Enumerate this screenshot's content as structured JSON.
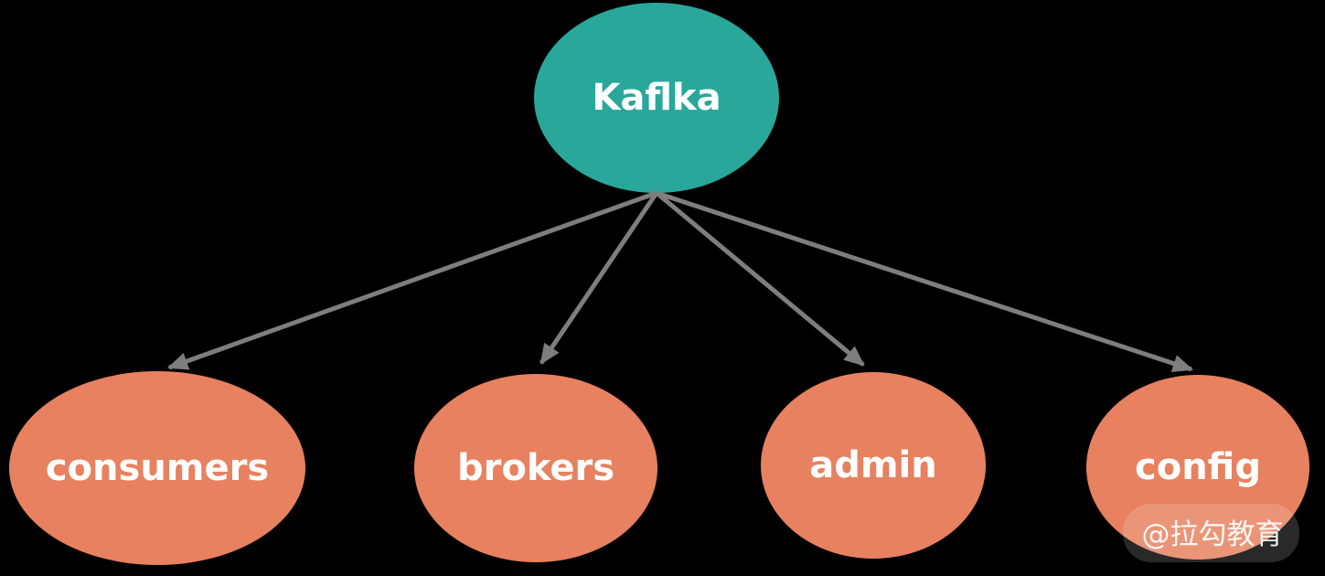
{
  "diagram": {
    "type": "tree",
    "background_color": "#000000",
    "root_color": "#2aa79b",
    "child_color": "#e8815f",
    "label_color": "#ffffff"
  },
  "nodes": [
    {
      "id": "kafka",
      "label": "Kaflka",
      "color": "#2aa79b",
      "role": "root"
    },
    {
      "id": "consumers",
      "label": "consumers",
      "color": "#e8815f",
      "role": "child"
    },
    {
      "id": "brokers",
      "label": "brokers",
      "color": "#e8815f",
      "role": "child"
    },
    {
      "id": "admin",
      "label": "admin",
      "color": "#e8815f",
      "role": "child"
    },
    {
      "id": "config",
      "label": "config",
      "color": "#e8815f",
      "role": "child"
    }
  ],
  "edges": [
    {
      "from": "kafka",
      "to": "consumers"
    },
    {
      "from": "kafka",
      "to": "brokers"
    },
    {
      "from": "kafka",
      "to": "admin"
    },
    {
      "from": "kafka",
      "to": "config"
    }
  ],
  "edge_style": {
    "color": "#7e7e7e"
  },
  "watermark": {
    "text": "@拉勾教育"
  }
}
